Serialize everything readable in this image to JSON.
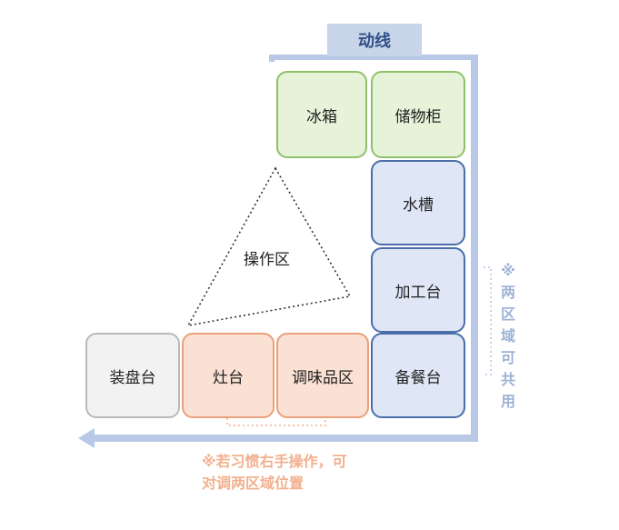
{
  "title": "动线",
  "zones": {
    "fridge": "冰箱",
    "storage": "储物柜",
    "sink": "水槽",
    "prep": "加工台",
    "serving": "备餐台",
    "plating": "装盘台",
    "stove": "灶台",
    "seasoning": "调味品区"
  },
  "triangle_label": "操作区",
  "notes": {
    "shared": "※两区域可共用",
    "right_hand": "※若习惯右手操作，可对调两区域位置"
  },
  "colors": {
    "green": "#8fc06a",
    "blue": "#4a6ea8",
    "orange": "#e8a07a",
    "gray": "#b9b9b9",
    "flow_arrow": "#b8c8e6"
  }
}
